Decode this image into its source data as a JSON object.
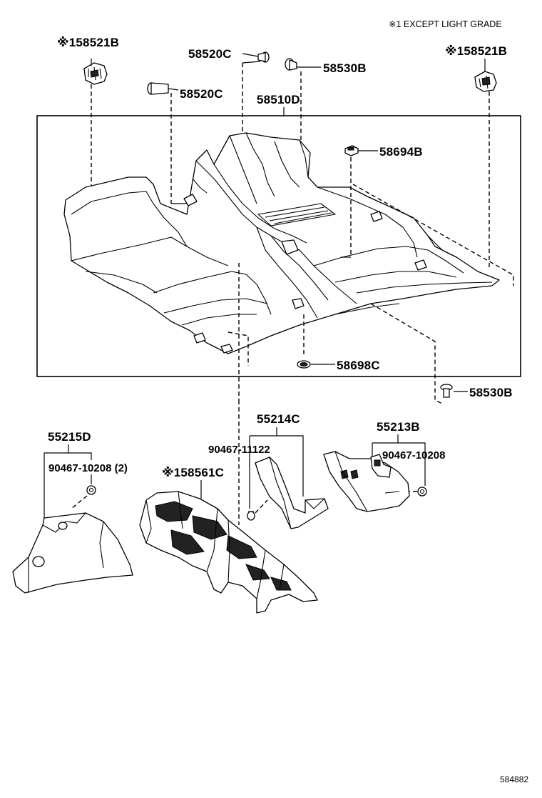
{
  "note": "※1 EXCEPT LIGHT GRADE",
  "diagram_code": "584882",
  "labels": {
    "l_58521b_left": "※158521B",
    "l_58521b_right": "※158521B",
    "l_58520c_top": "58520C",
    "l_58520c_mid": "58520C",
    "l_58530b_top": "58530B",
    "l_58510d": "58510D",
    "l_58694b": "58694B",
    "l_58698c": "58698C",
    "l_58530b_bot": "58530B",
    "l_55215d": "55215D",
    "l_90467_10208_2": "90467-10208 (2)",
    "l_58561c": "※158561C",
    "l_55214c": "55214C",
    "l_90467_11122": "90467-11122",
    "l_55213b": "55213B",
    "l_90467_10208": "90467-10208"
  }
}
